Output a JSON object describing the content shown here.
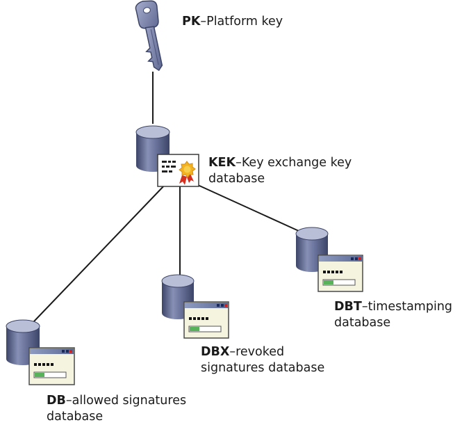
{
  "nodes": {
    "pk": {
      "abbr": "PK",
      "dash": "–",
      "line1": "Platform key",
      "line2": "",
      "icon": "key-icon"
    },
    "kek": {
      "abbr": "KEK",
      "dash": "–",
      "line1": "Key exchange key",
      "line2": "database",
      "icon": "certificate-database-icon"
    },
    "dbt": {
      "abbr": "DBT",
      "dash": "–",
      "line1": "timestamping",
      "line2": "database",
      "icon": "window-database-icon"
    },
    "dbx": {
      "abbr": "DBX",
      "dash": "–",
      "line1": "revoked",
      "line2": "signatures database",
      "icon": "window-database-icon"
    },
    "db": {
      "abbr": "DB",
      "dash": "–",
      "line1": "allowed signatures",
      "line2": "database",
      "icon": "window-database-icon"
    }
  },
  "colors": {
    "cylinder_light": "#b9bfd6",
    "cylinder_mid": "#6f78a0",
    "cylinder_dark": "#3c4468",
    "key": "#7e87ad",
    "window_title": "#6f7ea6",
    "window_body": "#f4f4df",
    "progress": "#58b25a",
    "close_button": "#cc2222",
    "seal": "#f2b322",
    "ribbon": "#d42f1f",
    "connector": "#1a1a1a"
  }
}
